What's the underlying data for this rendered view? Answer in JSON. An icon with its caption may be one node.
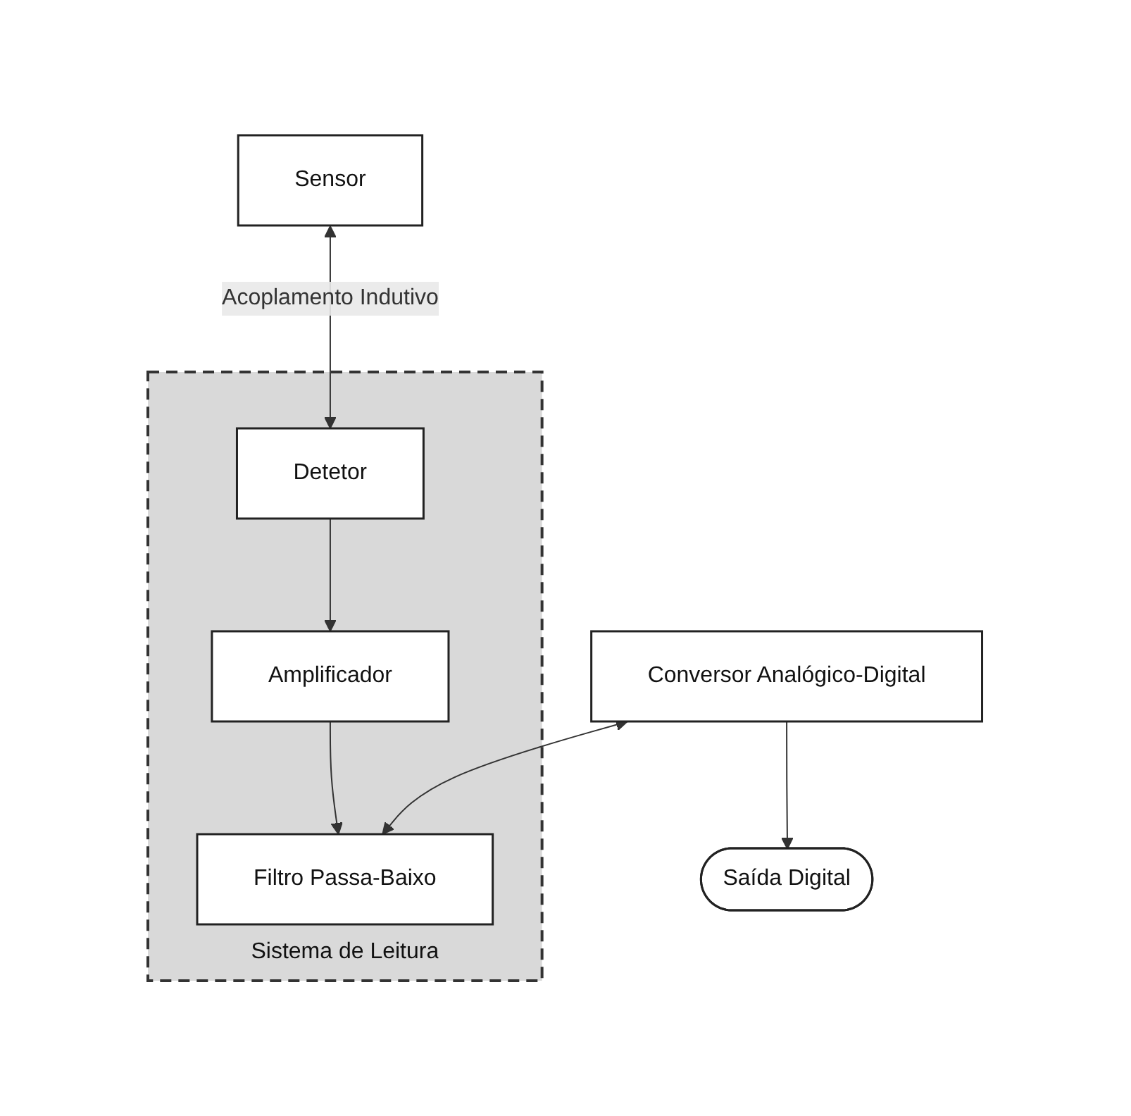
{
  "diagram": {
    "nodes": [
      {
        "text": [
          "Sistema de Leitura"
        ]
      },
      {
        "text": [
          "Sensor"
        ]
      },
      {
        "text": [
          "Detetor"
        ],
        "in": 0
      },
      {
        "text": [
          "Amplificador"
        ],
        "in": 0
      },
      {
        "text": [
          "Filtro Passa-Baixo"
        ],
        "in": 0
      },
      {
        "text": [
          "Conversor Analógico-Digital"
        ]
      },
      {
        "text": [
          "Saída Digital"
        ]
      }
    ],
    "edges": [
      {
        "from": 1,
        "to": 2,
        "arrow": "both",
        "label": "Acoplamento Indutivo"
      },
      {
        "from": 2,
        "to": 3,
        "arrow": "to"
      },
      {
        "from": 3,
        "to": 4,
        "arrow": "to"
      },
      {
        "from": 5,
        "to": 4,
        "arrow": "both"
      },
      {
        "from": 5,
        "to": 6,
        "arrow": "to"
      }
    ]
  }
}
